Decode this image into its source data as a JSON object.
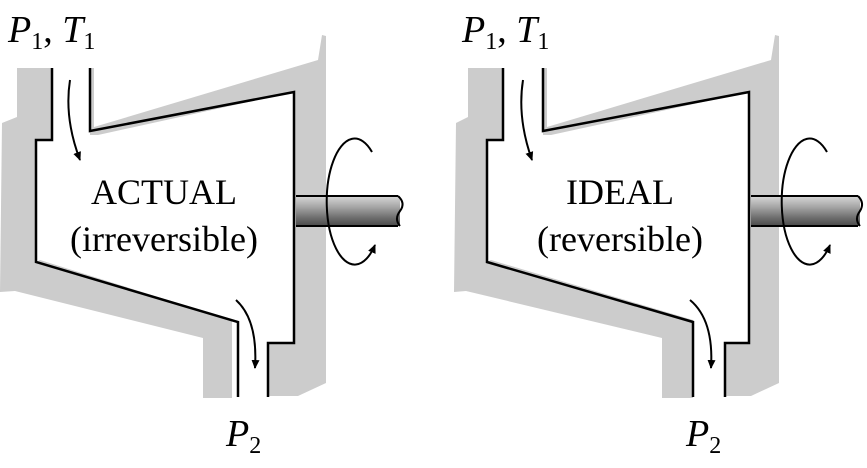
{
  "colors": {
    "casing": "#cccccc",
    "outline": "#000000",
    "shaft_light": "#bdbdbd",
    "shaft_dark": "#6e6e6e"
  },
  "turbines": [
    {
      "id": "actual",
      "inlet_p_sym": "P",
      "inlet_p_sub": "1",
      "inlet_sep": ", ",
      "inlet_t_sym": "T",
      "inlet_t_sub": "1",
      "label_line1": "ACTUAL",
      "label_line2": "(irreversible)",
      "outlet_p_sym": "P",
      "outlet_p_sub": "2"
    },
    {
      "id": "ideal",
      "inlet_p_sym": "P",
      "inlet_p_sub": "1",
      "inlet_sep": ", ",
      "inlet_t_sym": "T",
      "inlet_t_sub": "1",
      "label_line1": "IDEAL",
      "label_line2": "(reversible)",
      "outlet_p_sym": "P",
      "outlet_p_sub": "2"
    }
  ]
}
